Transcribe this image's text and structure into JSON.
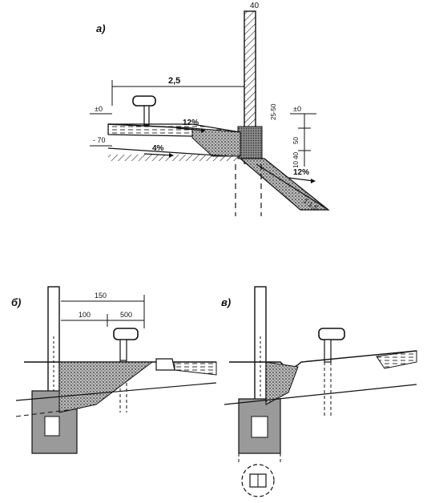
{
  "panel_a": {
    "label": "а)",
    "post_width": "40",
    "offset": "2,5",
    "level_zero_left": "±0",
    "level_zero_right": "±0",
    "level_minus_70": "- 70",
    "slope_12_upper": "12%",
    "slope_4": "4%",
    "slope_12_lower": "12%",
    "embankment_slope": "1:1,5",
    "dim_25_50": "25-50",
    "dim_50": "50",
    "dim_10_40": "10 40"
  },
  "panel_b": {
    "label": "б)",
    "dim_150": "150",
    "dim_100": "100",
    "dim_500": "500"
  },
  "panel_v": {
    "label": "в)"
  },
  "colors": {
    "ink": "#111111",
    "fill_hatch": "#9a9a9a",
    "fill_dark": "#6e6e6e",
    "background": "#ffffff"
  }
}
